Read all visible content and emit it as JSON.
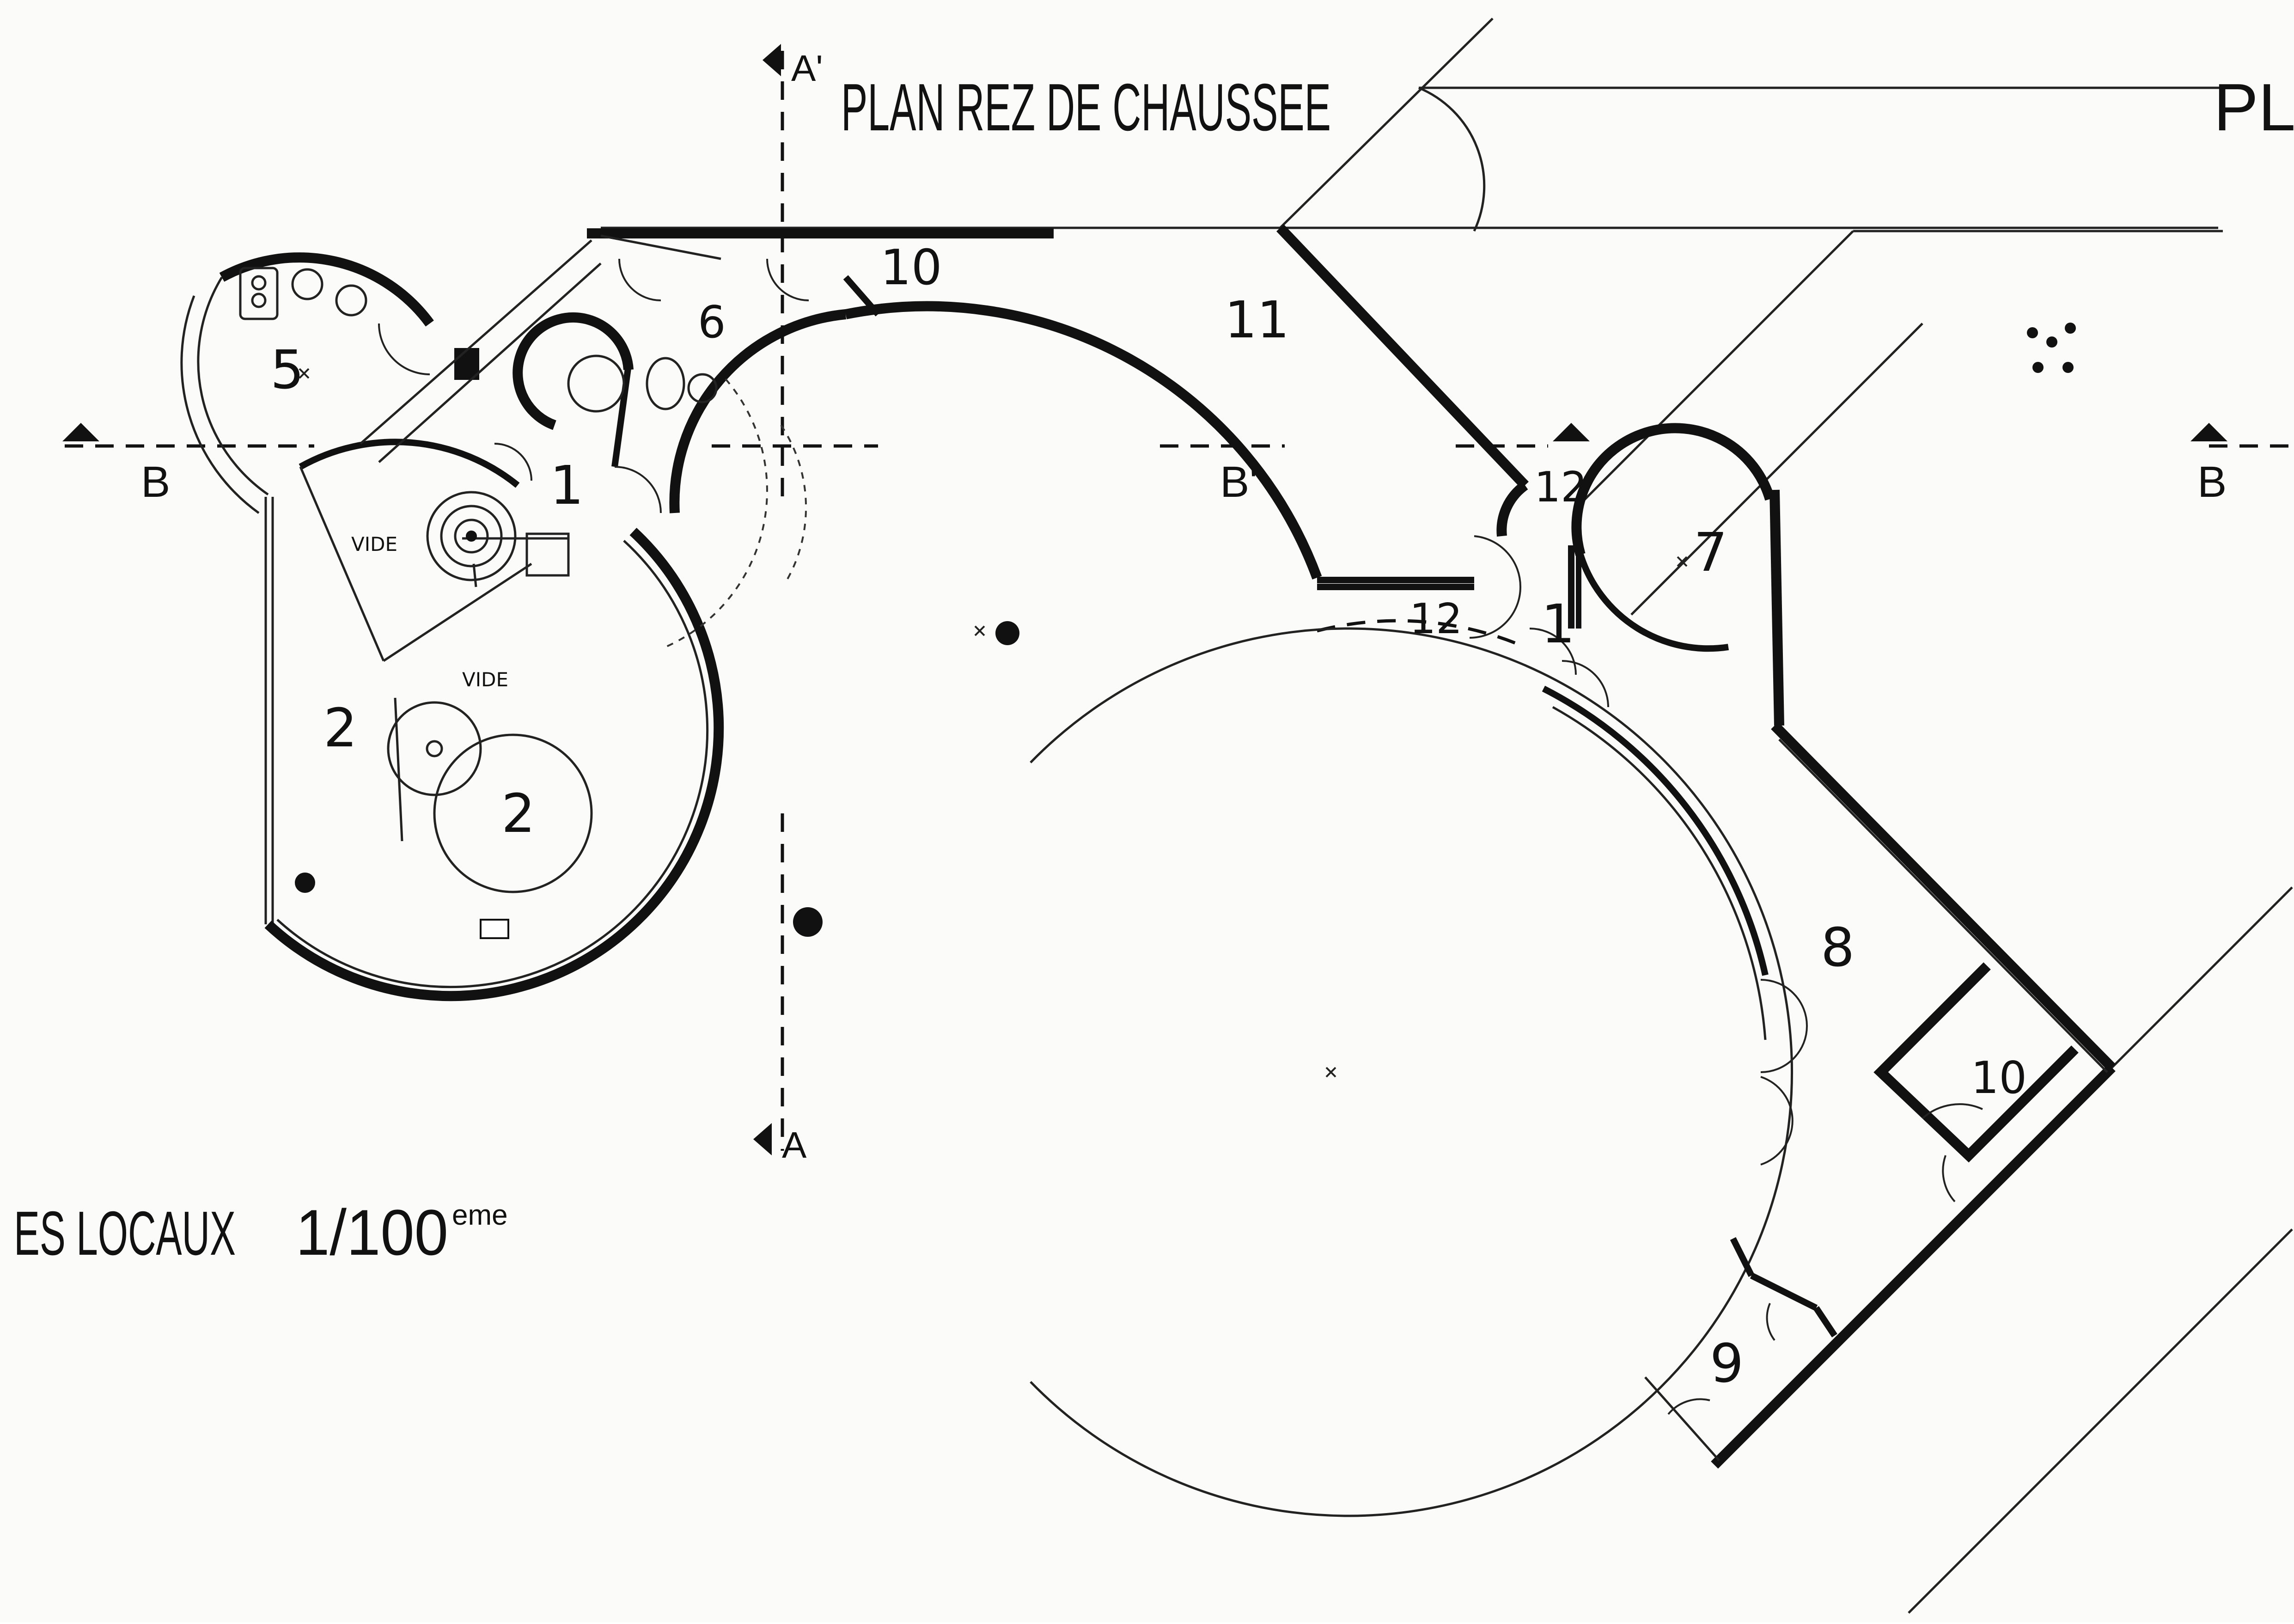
{
  "plan": {
    "title": "PLAN  REZ DE CHAUSSEE",
    "title_cut": "PLAN",
    "scale_label": "ES LOCAUX",
    "scale_value": "1/100",
    "scale_sup": "eme"
  },
  "sections": {
    "a_top": "A'",
    "a_bottom": "A",
    "b_left": "B",
    "b_mid": "B'",
    "b_right": "B"
  },
  "labels": {
    "vide_1": "VIDE",
    "vide_2": "VIDE"
  },
  "rooms": {
    "r1_a": "1",
    "r1_b": "1",
    "r2_a": "2",
    "r2_b": "2",
    "r5": "5",
    "r6": "6",
    "r7": "7",
    "r8": "8",
    "r9": "9",
    "r10_a": "10",
    "r10_b": "10",
    "r11": "11",
    "r12_a": "12",
    "r12_b": "12"
  }
}
